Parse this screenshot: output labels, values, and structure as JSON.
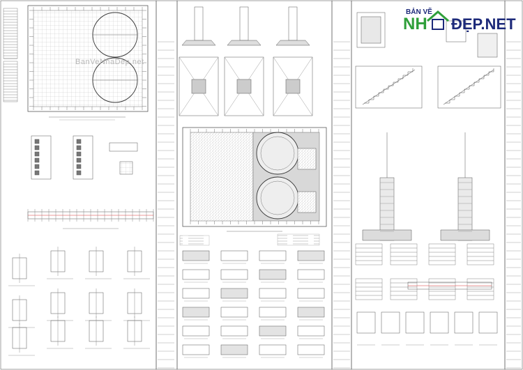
{
  "watermarks": {
    "brand_top": "BẢN VẼ",
    "brand_left": "NH",
    "brand_right": "ĐẸP.NET",
    "faint": "BanVeNhaDep.net"
  },
  "drawing": {
    "sheet_count": 3,
    "panels": [
      {
        "name": "foundation-plan-with-circular-tanks"
      },
      {
        "name": "column-footing-details-and-plans"
      },
      {
        "name": "tank-sections-and-stair-details"
      },
      {
        "name": "slab-plan-with-two-circular-tanks"
      },
      {
        "name": "wall-section-details"
      },
      {
        "name": "beam-and-column-detail-callouts"
      },
      {
        "name": "rebar-schedules-and-tables"
      }
    ]
  }
}
